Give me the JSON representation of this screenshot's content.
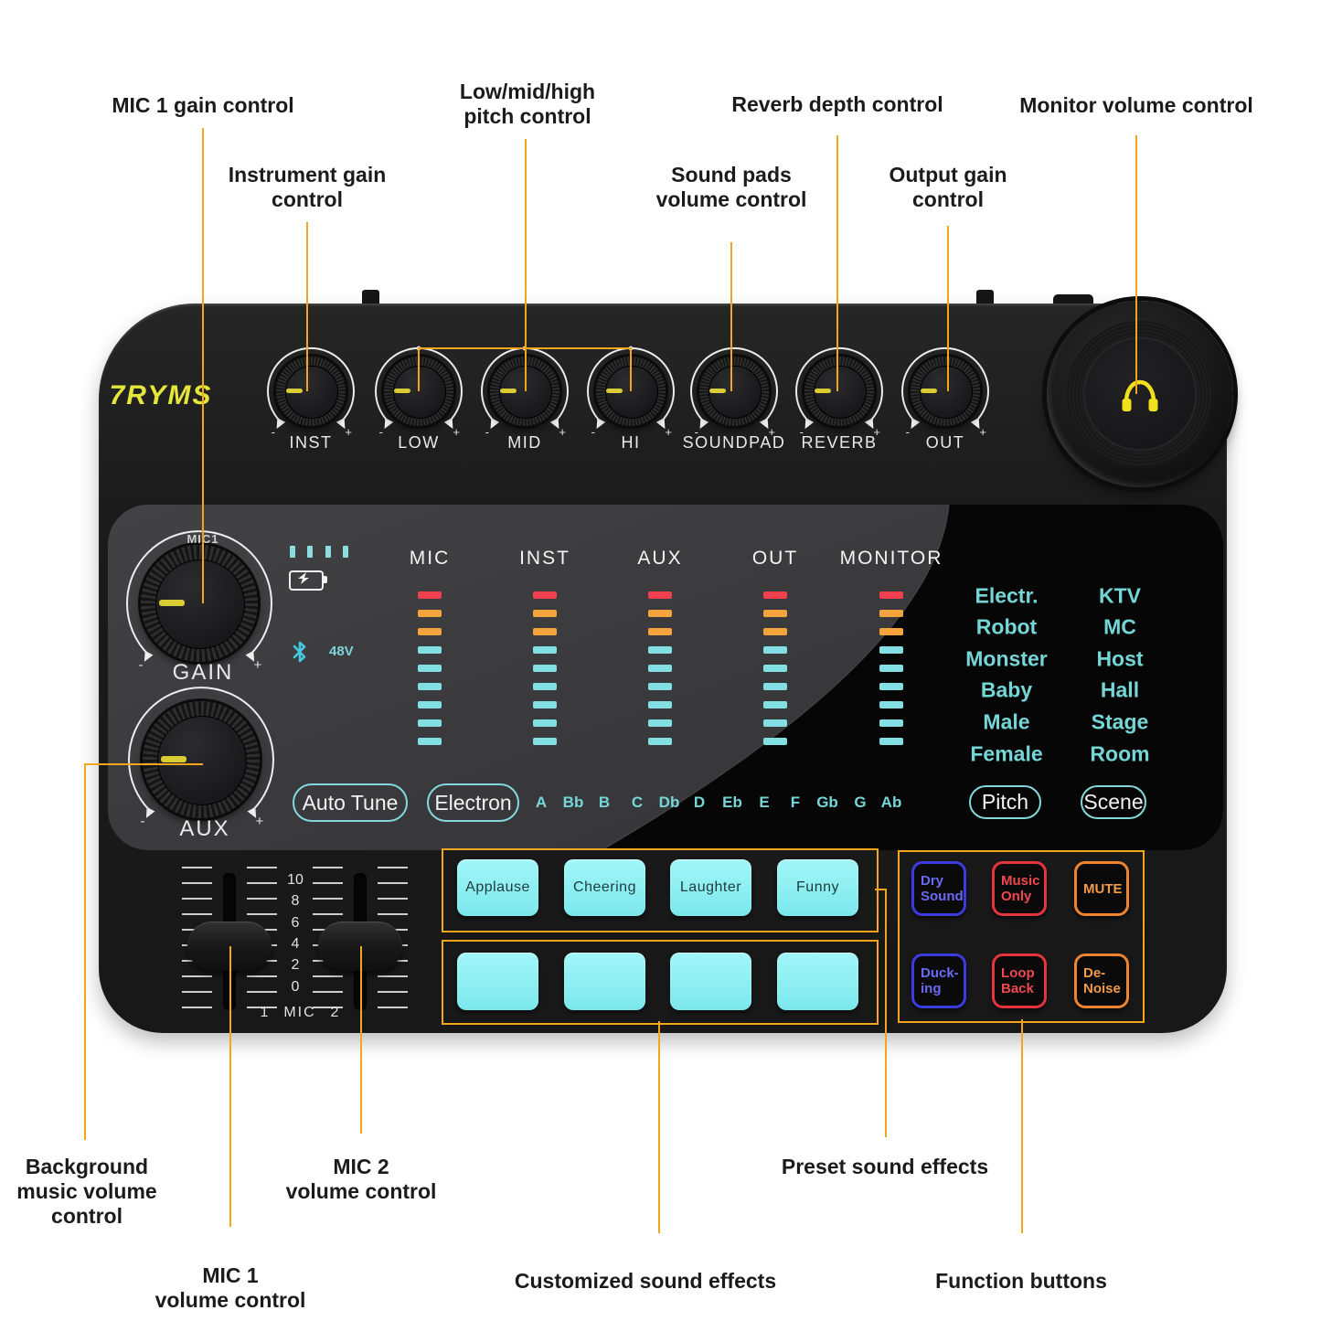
{
  "brand": "7RYMS",
  "colors": {
    "accent_line": "#F3A51C",
    "meter_red": "#F04050",
    "meter_orange": "#F5A33C",
    "meter_cyan": "#82DFE4",
    "screen_cyan": "#74D6D6",
    "pad_fill": "#8BEFEF",
    "knob_indicator_yellow": "#D9CC35",
    "logo_yellow": "#E4E73A",
    "blue_button": "#3B3BE0",
    "red_button": "#E5343B",
    "orange_button": "#EE8430"
  },
  "icons": [
    "headphone-icon",
    "battery-icon",
    "battery-level-bars",
    "bluetooth-icon",
    "bolt-icon"
  ],
  "callouts_top": [
    {
      "lines": [
        "MIC 1 gain control"
      ]
    },
    {
      "lines": [
        "Instrument gain",
        "control"
      ]
    },
    {
      "lines": [
        "Low/mid/high",
        "pitch control"
      ]
    },
    {
      "lines": [
        "Sound pads",
        "volume control"
      ]
    },
    {
      "lines": [
        "Reverb depth control"
      ]
    },
    {
      "lines": [
        "Output gain",
        "control"
      ]
    },
    {
      "lines": [
        "Monitor volume control"
      ]
    }
  ],
  "callouts_bottom": [
    {
      "lines": [
        "Background",
        "music volume",
        "control"
      ]
    },
    {
      "lines": [
        "MIC 2",
        "volume control"
      ]
    },
    {
      "lines": [
        "Preset sound effects"
      ]
    },
    {
      "lines": [
        "MIC 1",
        "volume control"
      ]
    },
    {
      "lines": [
        "Customized sound effects"
      ]
    },
    {
      "lines": [
        "Function buttons"
      ]
    }
  ],
  "knob_row": [
    "INST",
    "LOW",
    "MID",
    "HI",
    "SOUNDPAD",
    "REVERB",
    "OUT"
  ],
  "big_knobs": [
    {
      "top_label": "MIC1",
      "label": "GAIN"
    },
    {
      "top_label": "",
      "label": "AUX"
    }
  ],
  "status": {
    "volt": "48V"
  },
  "meters": {
    "columns": [
      "MIC",
      "INST",
      "AUX",
      "OUT",
      "MONITOR"
    ],
    "row_colors": [
      "red",
      "orange",
      "orange",
      "cyan",
      "cyan",
      "cyan",
      "cyan",
      "cyan",
      "cyan"
    ]
  },
  "screen": {
    "left_col": [
      "Electr.",
      "Robot",
      "Monster",
      "Baby",
      "Male",
      "Female"
    ],
    "right_col": [
      "KTV",
      "MC",
      "Host",
      "Hall",
      "Stage",
      "Room"
    ],
    "pitch_button": "Pitch",
    "scene_button": "Scene"
  },
  "tune_row": {
    "auto_tune": "Auto Tune",
    "electron": "Electron",
    "notes": [
      "A",
      "Bb",
      "B",
      "C",
      "Db",
      "D",
      "Eb",
      "E",
      "F",
      "Gb",
      "G",
      "Ab"
    ]
  },
  "faders": {
    "scale": [
      "10",
      "8",
      "6",
      "4",
      "2",
      "0"
    ],
    "bottom_labels": [
      "1",
      "MIC",
      "2"
    ]
  },
  "pads": {
    "row1": [
      "Applause",
      "Cheering",
      "Laughter",
      "Funny"
    ],
    "row2": [
      "",
      "",
      "",
      ""
    ]
  },
  "function_buttons": [
    {
      "label": "Dry\nSound",
      "color": "blue"
    },
    {
      "label": "Music\nOnly",
      "color": "red"
    },
    {
      "label": "MUTE",
      "color": "orange"
    },
    {
      "label": "Duck-\ning",
      "color": "blue"
    },
    {
      "label": "Loop\nBack",
      "color": "red"
    },
    {
      "label": "De-\nNoise",
      "color": "orange"
    }
  ]
}
